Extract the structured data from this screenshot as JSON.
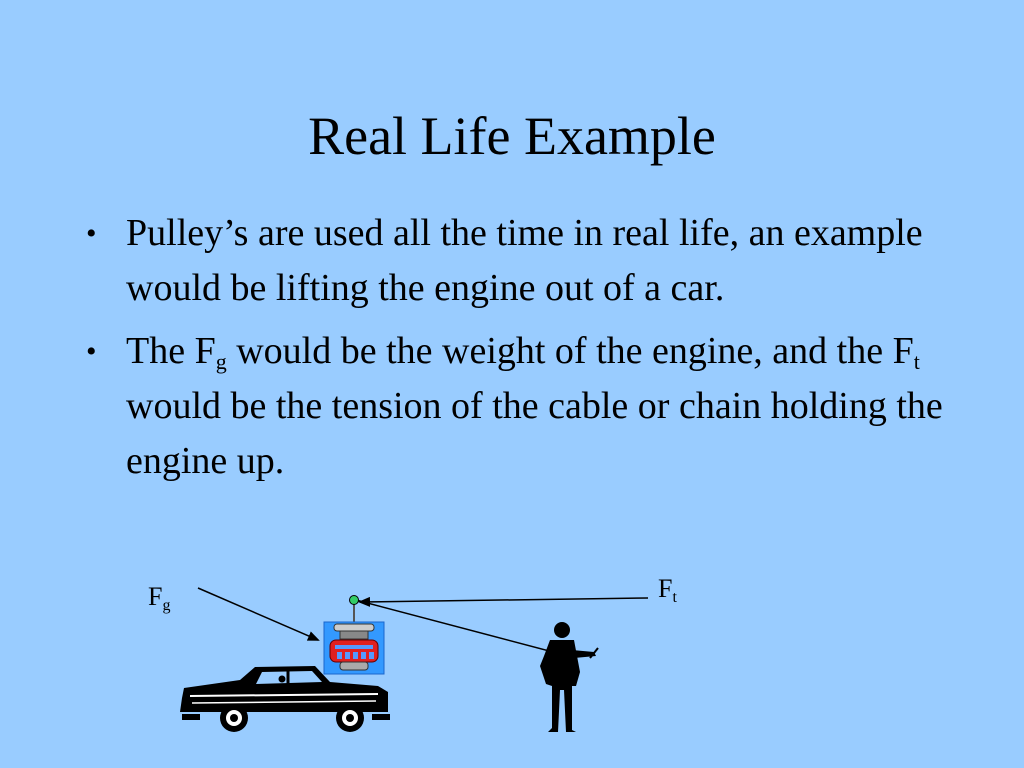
{
  "slide": {
    "title": "Real Life Example",
    "bullets": [
      {
        "text": "Pulley’s are used all the time in real life, an example would be lifting the engine out of a car."
      },
      {
        "parts": {
          "p1": "The F",
          "s1": "g",
          "p2": " would be the weight of the engine, and the F",
          "s2": "t",
          "p3": " would be the tension of the cable or chain holding the engine up."
        }
      }
    ],
    "bullet_glyph": "•"
  },
  "diagram": {
    "label_fg": {
      "base": "F",
      "sub": "g"
    },
    "label_ft": {
      "base": "F",
      "sub": "t"
    },
    "colors": {
      "background": "#99ccff",
      "engine_box": "#3399ff",
      "engine_red": "#e02020",
      "pulley": "#33cc66",
      "silhouette": "#000000"
    }
  }
}
